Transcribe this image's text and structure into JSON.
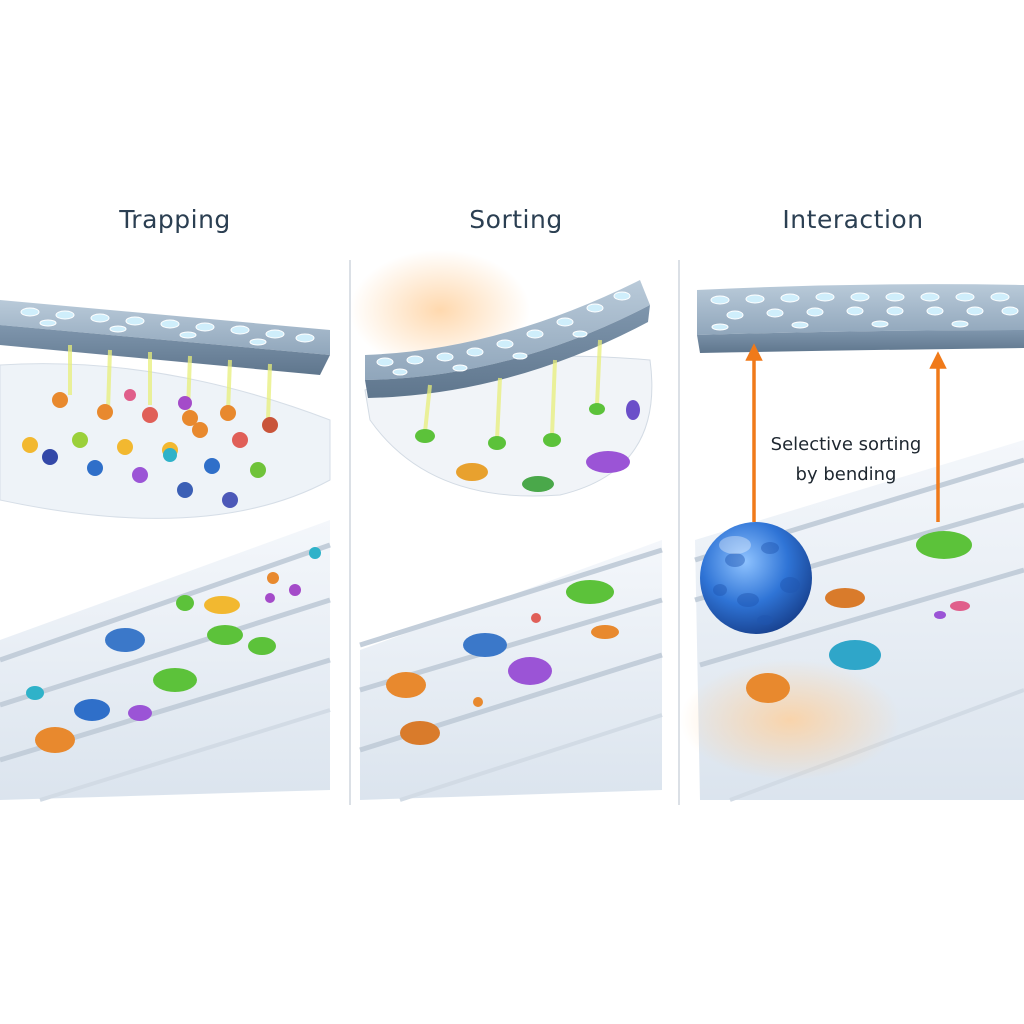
{
  "panels": [
    {
      "title": "Trapping",
      "icon": "trapping-membrane-illustration"
    },
    {
      "title": "Sorting",
      "icon": "sorting-membrane-illustration"
    },
    {
      "title": "Interaction",
      "icon": "interaction-membrane-illustration"
    }
  ],
  "annotation": {
    "line1": "Selective sorting",
    "line2": "by bending"
  },
  "colors": {
    "title_text": "#2b3f52",
    "membrane_top": "#a9bccd",
    "membrane_side": "#7f96ad",
    "pore": "#cfeefb",
    "channel": "#e8eef5",
    "arrow": "#f07a1a",
    "big_sphere": "#2f74d6",
    "particle_orange": "#e8892e",
    "particle_green": "#5cc23a",
    "particle_blue": "#3b78c9",
    "particle_purple": "#9b54d6",
    "particle_teal": "#2fb2c9"
  }
}
